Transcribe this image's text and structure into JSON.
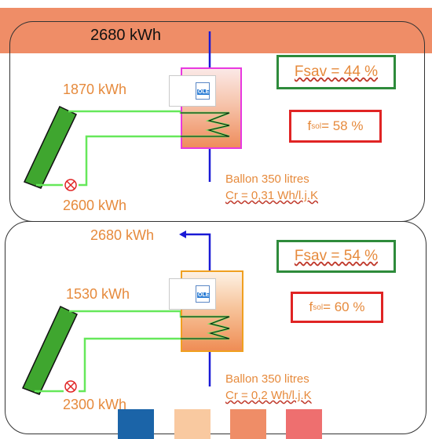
{
  "colors": {
    "top_band": "#ef8d67",
    "label_orange": "#e68a3c",
    "pipe_green": "#66e85a",
    "pipe_blue": "#1a1ad6",
    "fsav_border": "#2e8b3b",
    "fsol_border": "#e02424",
    "tank1_border": "#e838e0",
    "tank2_border": "#f0a020",
    "legend": [
      "#1b64a8",
      "#f9c9a0",
      "#ef8d67",
      "#ee6f6f"
    ]
  },
  "icons": [
    "collector-panel-icon",
    "circulation-pump-icon",
    "ole-object-icon",
    "heat-exchanger-coil-icon",
    "arrow-left-icon"
  ],
  "panel1": {
    "demand": "2680 kWh",
    "solar_out": "1870 kWh",
    "collector_in": "2600 kWh",
    "fsav": "Fsav = 44 %",
    "fsol_prefix": "f",
    "fsol_sub": "sol",
    "fsol_suffix": " = 58 %",
    "tank_name": "Ballon 350 litres",
    "cr": "Cr = 0,31 Wh/l.j.K",
    "ole": "OLE"
  },
  "panel2": {
    "demand": "2680 kWh",
    "solar_out": "1530 kWh",
    "collector_in": "2300 kWh",
    "fsav": "Fsav = 54 %",
    "fsol_prefix": "f",
    "fsol_sub": "sol",
    "fsol_suffix": " = 60 %",
    "tank_name": "Ballon 350 litres",
    "cr": "Cr = 0,2 Wh/l.j.K",
    "ole": "OLE"
  }
}
